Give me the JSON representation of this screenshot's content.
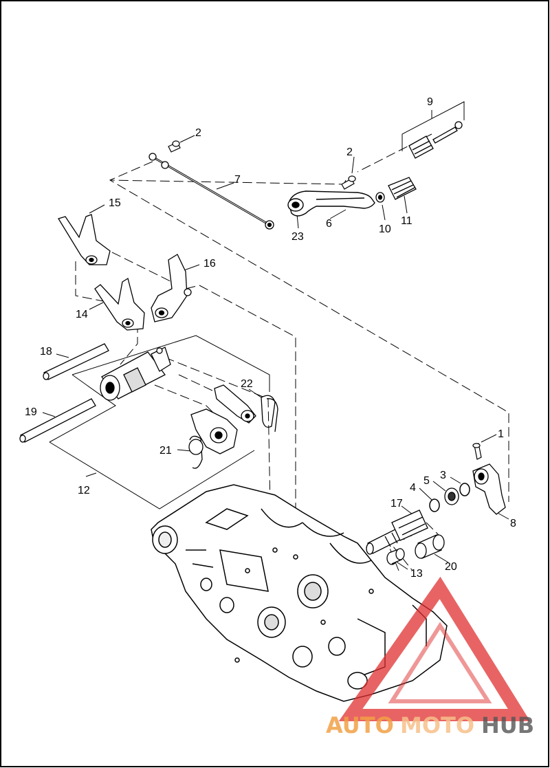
{
  "callouts": [
    {
      "id": "1",
      "label": "1"
    },
    {
      "id": "2a",
      "label": "2"
    },
    {
      "id": "2b",
      "label": "2"
    },
    {
      "id": "3",
      "label": "3"
    },
    {
      "id": "4",
      "label": "4"
    },
    {
      "id": "5",
      "label": "5"
    },
    {
      "id": "6",
      "label": "6"
    },
    {
      "id": "7",
      "label": "7"
    },
    {
      "id": "8",
      "label": "8"
    },
    {
      "id": "9",
      "label": "9"
    },
    {
      "id": "10",
      "label": "10"
    },
    {
      "id": "11",
      "label": "11"
    },
    {
      "id": "12",
      "label": "12"
    },
    {
      "id": "13",
      "label": "13"
    },
    {
      "id": "14",
      "label": "14"
    },
    {
      "id": "15",
      "label": "15"
    },
    {
      "id": "16",
      "label": "16"
    },
    {
      "id": "17",
      "label": "17"
    },
    {
      "id": "18",
      "label": "18"
    },
    {
      "id": "19",
      "label": "19"
    },
    {
      "id": "20",
      "label": "20"
    },
    {
      "id": "21",
      "label": "21"
    },
    {
      "id": "22",
      "label": "22"
    },
    {
      "id": "23",
      "label": "23"
    }
  ],
  "watermark": {
    "part1": "AUTO",
    "part2": "MOTO",
    "part3": "HUB",
    "color_primary": "#f2a046",
    "color_secondary": "#f7c08a",
    "color_dark": "#555555",
    "triangle_color": "#e03030"
  }
}
